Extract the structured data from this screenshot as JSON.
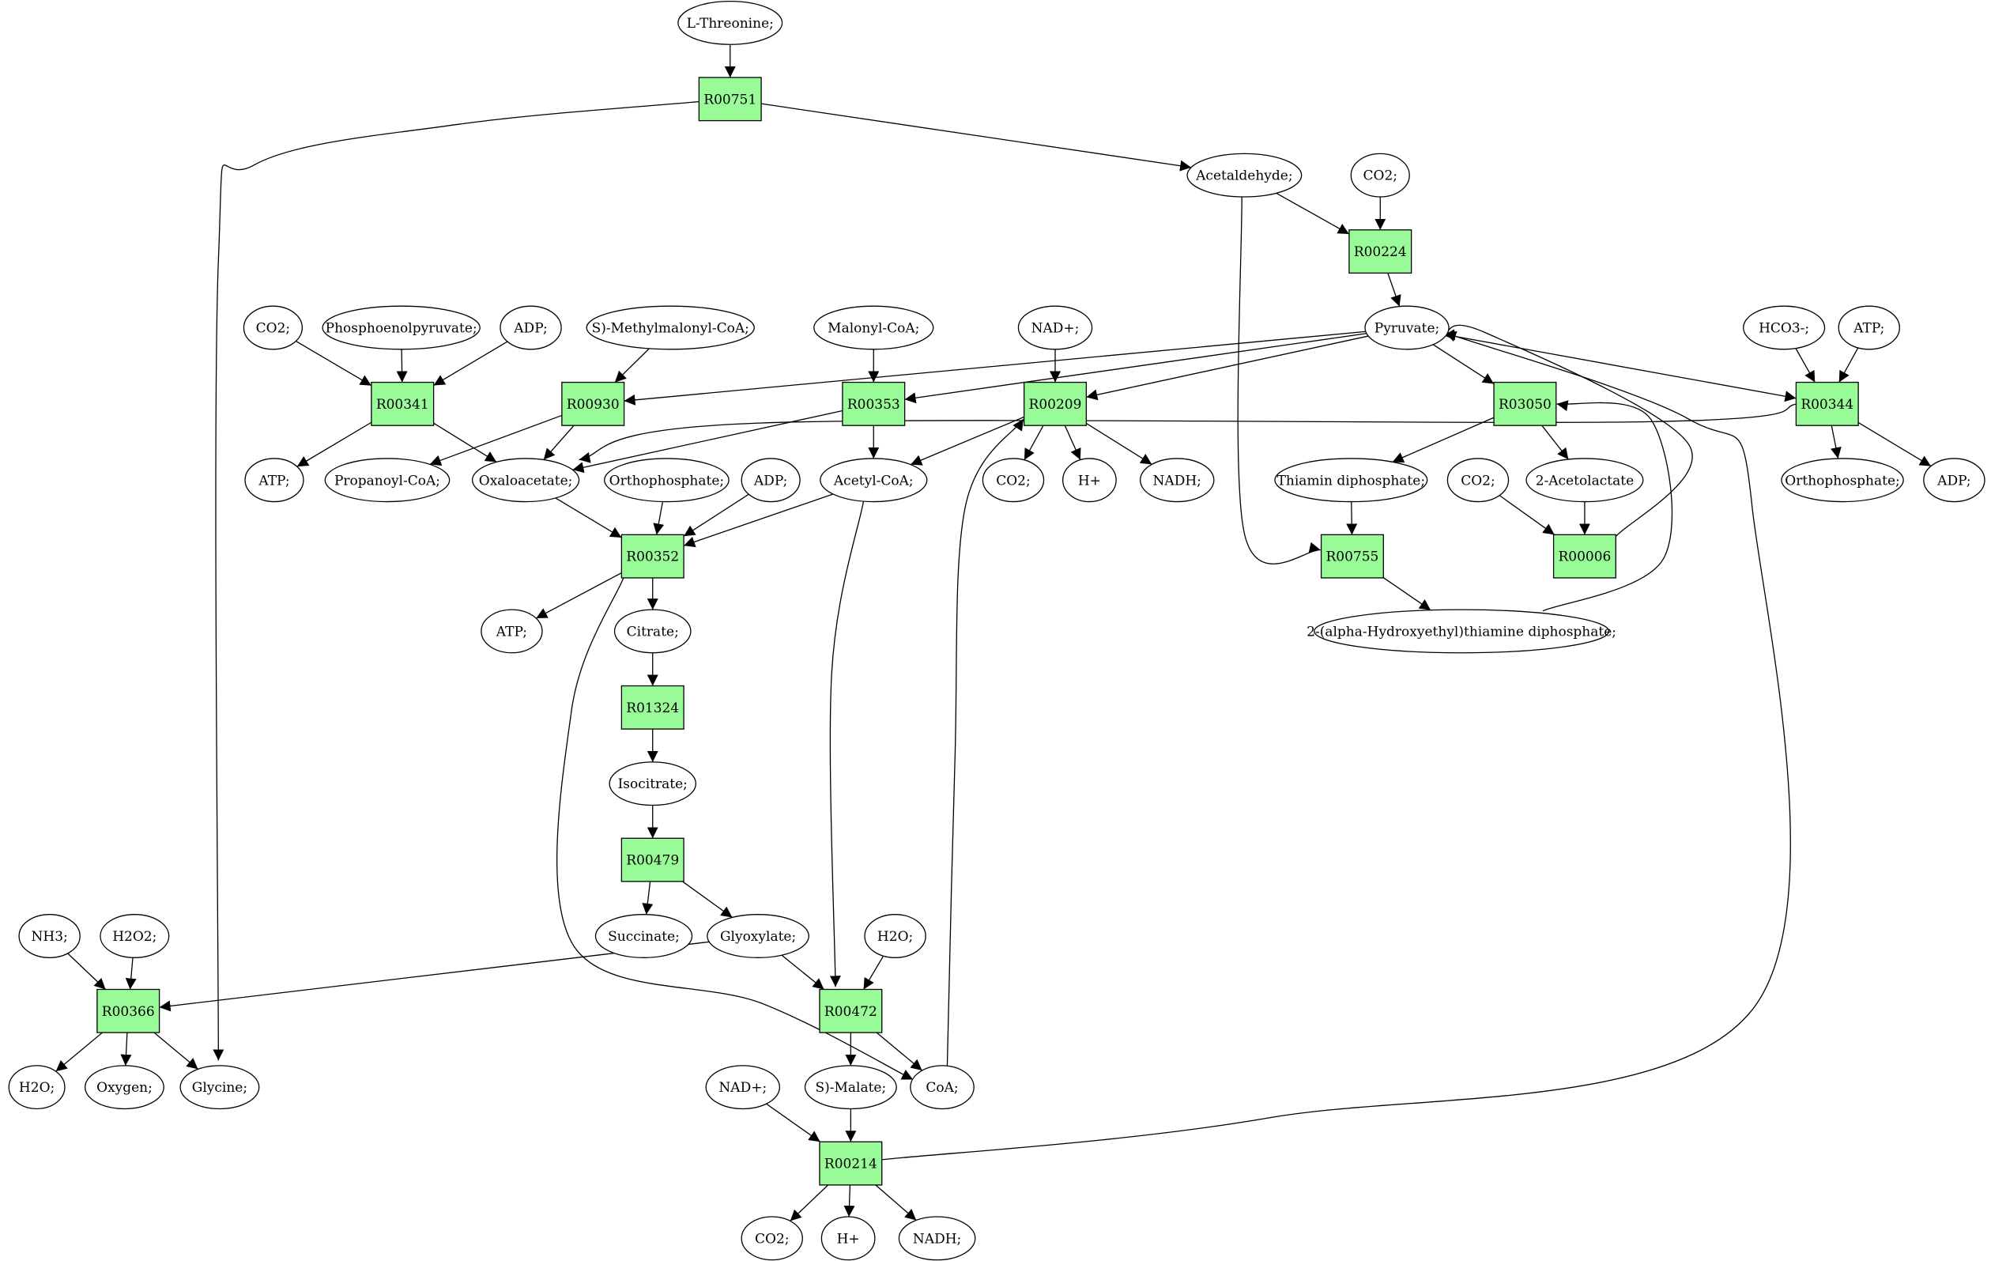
{
  "colors": {
    "reaction_fill": "#98fb98",
    "start_fill": "#00ee00",
    "end_fill": "#ffff00",
    "compound_fill": "#ffffff"
  },
  "nodes": [
    {
      "id": "n_thr",
      "label": "L-Threonine;",
      "kind": "start"
    },
    {
      "id": "r00751",
      "label": "R00751",
      "kind": "reaction"
    },
    {
      "id": "acetald",
      "label": "Acetaldehyde;",
      "kind": "compound"
    },
    {
      "id": "co2_a",
      "label": "CO2;",
      "kind": "compound"
    },
    {
      "id": "r00224",
      "label": "R00224",
      "kind": "reaction"
    },
    {
      "id": "pyruvate",
      "label": "Pyruvate;",
      "kind": "compound"
    },
    {
      "id": "co2_b",
      "label": "CO2;",
      "kind": "compound"
    },
    {
      "id": "pep",
      "label": "Phosphoenolpyruvate;",
      "kind": "compound"
    },
    {
      "id": "adp_a",
      "label": "ADP;",
      "kind": "compound"
    },
    {
      "id": "smm",
      "label": "S)-Methylmalonyl-CoA;",
      "kind": "compound"
    },
    {
      "id": "malcoa",
      "label": "Malonyl-CoA;",
      "kind": "compound"
    },
    {
      "id": "nad_a",
      "label": "NAD+;",
      "kind": "compound"
    },
    {
      "id": "hco3",
      "label": "HCO3-;",
      "kind": "compound"
    },
    {
      "id": "atp_a",
      "label": "ATP;",
      "kind": "compound"
    },
    {
      "id": "r00341",
      "label": "R00341",
      "kind": "reaction"
    },
    {
      "id": "r00930",
      "label": "R00930",
      "kind": "reaction"
    },
    {
      "id": "r00353",
      "label": "R00353",
      "kind": "reaction"
    },
    {
      "id": "r00209",
      "label": "R00209",
      "kind": "reaction"
    },
    {
      "id": "r03050",
      "label": "R03050",
      "kind": "reaction"
    },
    {
      "id": "r00344",
      "label": "R00344",
      "kind": "reaction"
    },
    {
      "id": "atp_b",
      "label": "ATP;",
      "kind": "compound"
    },
    {
      "id": "propcoa",
      "label": "Propanoyl-CoA;",
      "kind": "compound"
    },
    {
      "id": "oaa",
      "label": "Oxaloacetate;",
      "kind": "compound"
    },
    {
      "id": "pi_a",
      "label": "Orthophosphate;",
      "kind": "compound"
    },
    {
      "id": "adp_b",
      "label": "ADP;",
      "kind": "compound"
    },
    {
      "id": "acecoa",
      "label": "Acetyl-CoA;",
      "kind": "compound"
    },
    {
      "id": "co2_c",
      "label": "CO2;",
      "kind": "compound"
    },
    {
      "id": "h_a",
      "label": "H+",
      "kind": "compound"
    },
    {
      "id": "nadh_a",
      "label": "NADH;",
      "kind": "compound"
    },
    {
      "id": "tpp",
      "label": "Thiamin diphosphate;",
      "kind": "compound"
    },
    {
      "id": "co2_d",
      "label": "CO2;",
      "kind": "compound"
    },
    {
      "id": "acetolac",
      "label": "2-Acetolactate",
      "kind": "compound"
    },
    {
      "id": "pi_b",
      "label": "Orthophosphate;",
      "kind": "compound"
    },
    {
      "id": "adp_c",
      "label": "ADP;",
      "kind": "compound"
    },
    {
      "id": "r00352",
      "label": "R00352",
      "kind": "reaction"
    },
    {
      "id": "r00755",
      "label": "R00755",
      "kind": "reaction"
    },
    {
      "id": "r00006",
      "label": "R00006",
      "kind": "reaction"
    },
    {
      "id": "atp_c",
      "label": "ATP;",
      "kind": "compound"
    },
    {
      "id": "citrate",
      "label": "Citrate;",
      "kind": "compound"
    },
    {
      "id": "hetpp",
      "label": "2-(alpha-Hydroxyethyl)thiamine diphosphate;",
      "kind": "compound"
    },
    {
      "id": "r01324",
      "label": "R01324",
      "kind": "reaction"
    },
    {
      "id": "isocit",
      "label": "Isocitrate;",
      "kind": "compound"
    },
    {
      "id": "r00479",
      "label": "R00479",
      "kind": "reaction"
    },
    {
      "id": "nh3",
      "label": "NH3;",
      "kind": "compound"
    },
    {
      "id": "h2o2",
      "label": "H2O2;",
      "kind": "compound"
    },
    {
      "id": "succ",
      "label": "Succinate;",
      "kind": "compound"
    },
    {
      "id": "glyox",
      "label": "Glyoxylate;",
      "kind": "compound"
    },
    {
      "id": "h2o_a",
      "label": "H2O;",
      "kind": "compound"
    },
    {
      "id": "r00366",
      "label": "R00366",
      "kind": "reaction"
    },
    {
      "id": "r00472",
      "label": "R00472",
      "kind": "reaction"
    },
    {
      "id": "h2o_b",
      "label": "H2O;",
      "kind": "compound"
    },
    {
      "id": "oxygen",
      "label": "Oxygen;",
      "kind": "compound"
    },
    {
      "id": "glycine",
      "label": "Glycine;",
      "kind": "end"
    },
    {
      "id": "nad_b",
      "label": "NAD+;",
      "kind": "compound"
    },
    {
      "id": "smal",
      "label": "S)-Malate;",
      "kind": "compound"
    },
    {
      "id": "coa",
      "label": "CoA;",
      "kind": "compound"
    },
    {
      "id": "r00214",
      "label": "R00214",
      "kind": "reaction"
    },
    {
      "id": "co2_e",
      "label": "CO2;",
      "kind": "compound"
    },
    {
      "id": "h_b",
      "label": "H+",
      "kind": "compound"
    },
    {
      "id": "nadh_b",
      "label": "NADH;",
      "kind": "compound"
    }
  ],
  "edges": [
    {
      "from": "n_thr",
      "to": "r00751"
    },
    {
      "from": "r00751",
      "to": "acetald"
    },
    {
      "from": "r00751",
      "to": "glycine"
    },
    {
      "from": "acetald",
      "to": "r00224"
    },
    {
      "from": "co2_a",
      "to": "r00224"
    },
    {
      "from": "acetald",
      "to": "r00755"
    },
    {
      "from": "r00224",
      "to": "pyruvate"
    },
    {
      "from": "pyruvate",
      "to": "r00930"
    },
    {
      "from": "pyruvate",
      "to": "r00353"
    },
    {
      "from": "pyruvate",
      "to": "r00209"
    },
    {
      "from": "pyruvate",
      "to": "r03050"
    },
    {
      "from": "pyruvate",
      "to": "r00344"
    },
    {
      "from": "co2_b",
      "to": "r00341"
    },
    {
      "from": "pep",
      "to": "r00341"
    },
    {
      "from": "adp_a",
      "to": "r00341"
    },
    {
      "from": "smm",
      "to": "r00930"
    },
    {
      "from": "malcoa",
      "to": "r00353"
    },
    {
      "from": "nad_a",
      "to": "r00209"
    },
    {
      "from": "hco3",
      "to": "r00344"
    },
    {
      "from": "atp_a",
      "to": "r00344"
    },
    {
      "from": "r00341",
      "to": "atp_b"
    },
    {
      "from": "r00341",
      "to": "oaa"
    },
    {
      "from": "r00930",
      "to": "propcoa"
    },
    {
      "from": "r00930",
      "to": "oaa"
    },
    {
      "from": "r00353",
      "to": "oaa"
    },
    {
      "from": "r00353",
      "to": "acecoa"
    },
    {
      "from": "r00209",
      "to": "acecoa"
    },
    {
      "from": "r00209",
      "to": "co2_c"
    },
    {
      "from": "r00209",
      "to": "h_a"
    },
    {
      "from": "r00209",
      "to": "nadh_a"
    },
    {
      "from": "r00344",
      "to": "oaa"
    },
    {
      "from": "r00344",
      "to": "pi_b"
    },
    {
      "from": "r00344",
      "to": "adp_c"
    },
    {
      "from": "r03050",
      "to": "tpp"
    },
    {
      "from": "r03050",
      "to": "acetolac"
    },
    {
      "from": "oaa",
      "to": "r00352"
    },
    {
      "from": "pi_a",
      "to": "r00352"
    },
    {
      "from": "adp_b",
      "to": "r00352"
    },
    {
      "from": "acecoa",
      "to": "r00352"
    },
    {
      "from": "acecoa",
      "to": "r00472"
    },
    {
      "from": "tpp",
      "to": "r00755"
    },
    {
      "from": "co2_d",
      "to": "r00006"
    },
    {
      "from": "acetolac",
      "to": "r00006"
    },
    {
      "from": "r00006",
      "to": "pyruvate"
    },
    {
      "from": "r00755",
      "to": "hetpp"
    },
    {
      "from": "hetpp",
      "to": "r03050"
    },
    {
      "from": "r00352",
      "to": "atp_c"
    },
    {
      "from": "r00352",
      "to": "citrate"
    },
    {
      "from": "r00352",
      "to": "coa"
    },
    {
      "from": "citrate",
      "to": "r01324"
    },
    {
      "from": "r01324",
      "to": "isocit"
    },
    {
      "from": "isocit",
      "to": "r00479"
    },
    {
      "from": "r00479",
      "to": "succ"
    },
    {
      "from": "r00479",
      "to": "glyox"
    },
    {
      "from": "nh3",
      "to": "r00366"
    },
    {
      "from": "h2o2",
      "to": "r00366"
    },
    {
      "from": "glyox",
      "to": "r00366"
    },
    {
      "from": "glyox",
      "to": "r00472"
    },
    {
      "from": "h2o_a",
      "to": "r00472"
    },
    {
      "from": "r00366",
      "to": "h2o_b"
    },
    {
      "from": "r00366",
      "to": "oxygen"
    },
    {
      "from": "r00366",
      "to": "glycine"
    },
    {
      "from": "r00472",
      "to": "smal"
    },
    {
      "from": "r00472",
      "to": "coa"
    },
    {
      "from": "coa",
      "to": "r00209"
    },
    {
      "from": "nad_b",
      "to": "r00214"
    },
    {
      "from": "smal",
      "to": "r00214"
    },
    {
      "from": "r00214",
      "to": "co2_e"
    },
    {
      "from": "r00214",
      "to": "h_b"
    },
    {
      "from": "r00214",
      "to": "nadh_b"
    },
    {
      "from": "r00214",
      "to": "pyruvate"
    }
  ]
}
